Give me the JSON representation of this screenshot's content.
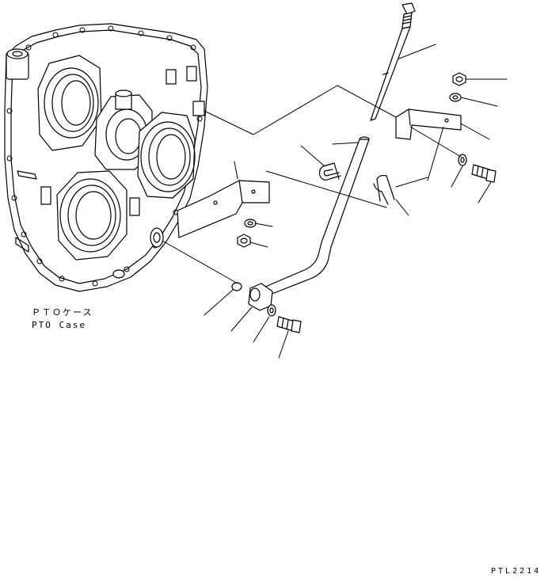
{
  "drawing": {
    "housing_label_ja": "ＰＴＯケース",
    "housing_label_en": "PTO Case",
    "drawing_code": "PTL2214"
  }
}
